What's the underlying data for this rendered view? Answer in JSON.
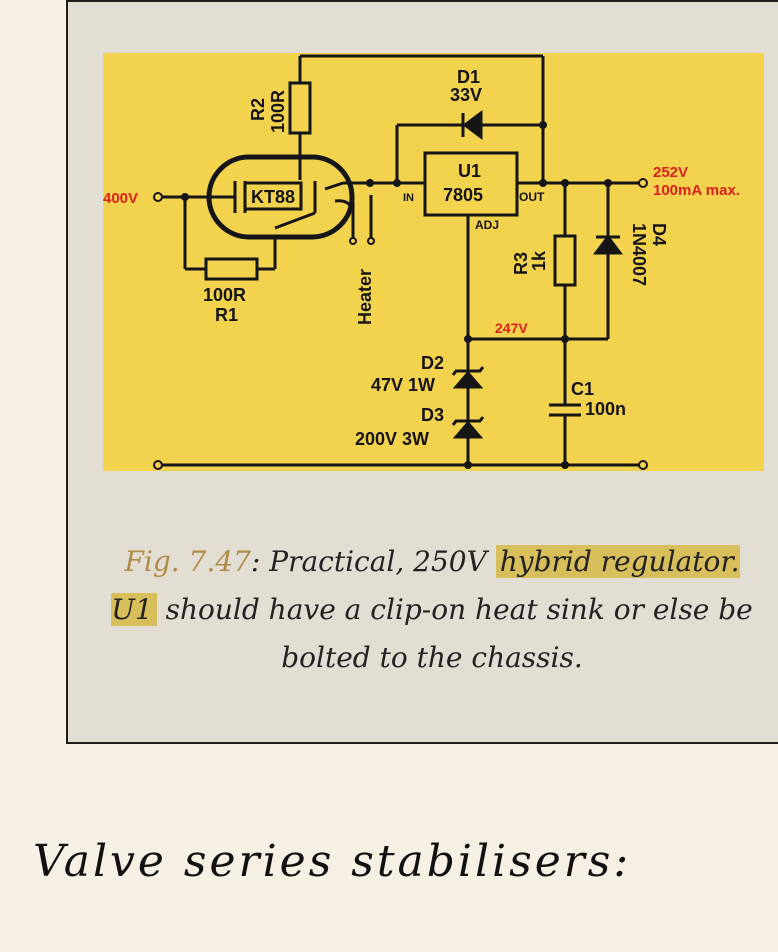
{
  "schematic": {
    "labels": {
      "input_voltage": "400V",
      "output_voltage": "252V",
      "output_current": "100mA max.",
      "tube": "KT88",
      "r1_value": "100R",
      "r1_ref": "R1",
      "r2_ref": "R2",
      "r2_value": "100R",
      "heater": "Heater",
      "d1_ref": "D1",
      "d1_value": "33V",
      "u1_ref": "U1",
      "u1_part": "7805",
      "pin_in": "IN",
      "pin_out": "OUT",
      "pin_adj": "ADJ",
      "r3_ref": "R3",
      "r3_value": "1k",
      "d4_ref": "D4",
      "d4_part": "1N4007",
      "node_voltage": "247V",
      "d2_ref": "D2",
      "d2_value": "47V 1W",
      "d3_ref": "D3",
      "d3_value": "200V 3W",
      "c1_ref": "C1",
      "c1_value": "100n"
    },
    "colors": {
      "background": "#f3d24d",
      "wire": "#151515",
      "voltage_red": "#e0201c"
    }
  },
  "caption": {
    "fig_label": "Fig. 7.47",
    "text_before": ": Practical, 250V ",
    "highlight": "hybrid regulator. U1",
    "text_after": " should have a clip-on heat sink or else be bolted to the chassis."
  },
  "heading": "Valve series stabilisers:"
}
